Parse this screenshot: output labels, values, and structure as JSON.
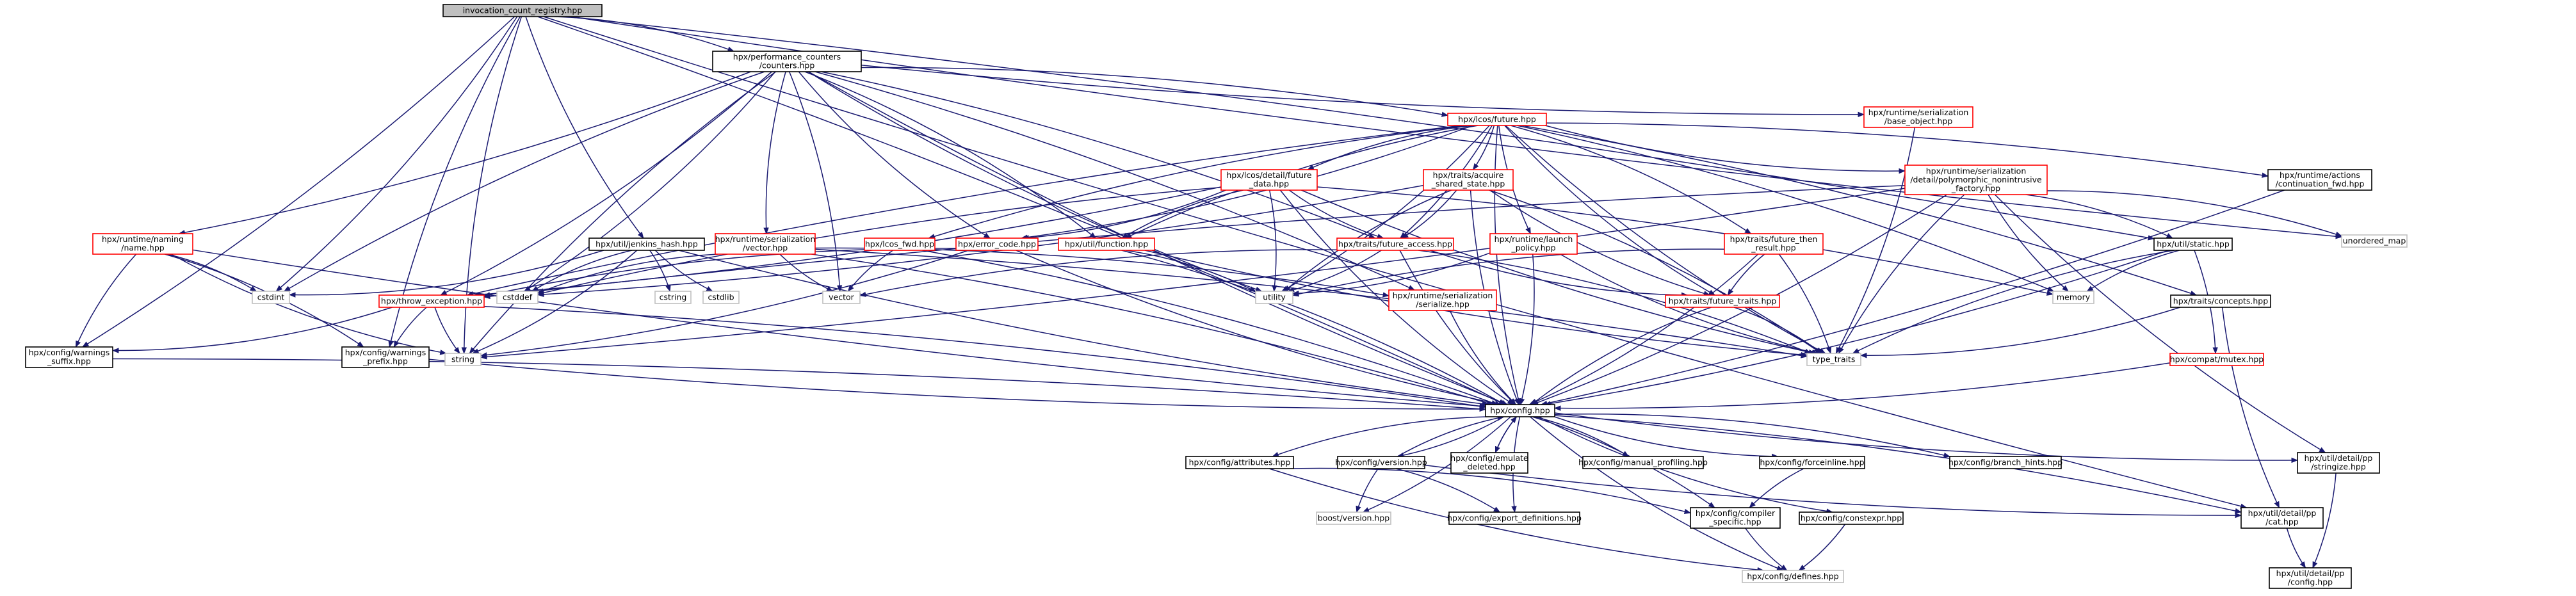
{
  "colors": {
    "edge": "#191970",
    "root_fill": "#bfbfbf",
    "root_border": "#000000",
    "local_border": "#000000",
    "external_border": "#bfbfbf",
    "incomplete_border": "#ff0000",
    "text": "#000000",
    "external_text": "#555555"
  },
  "nodes": [
    {
      "id": "root",
      "kind": "root",
      "lines": [
        "invocation_count_registry.hpp"
      ]
    },
    {
      "id": "perf",
      "kind": "local",
      "lines": [
        "hpx/performance_counters",
        "/counters.hpp"
      ]
    },
    {
      "id": "future",
      "kind": "incomplete",
      "lines": [
        "hpx/lcos/future.hpp"
      ]
    },
    {
      "id": "baseobj",
      "kind": "incomplete",
      "lines": [
        "hpx/runtime/serialization",
        "/base_object.hpp"
      ]
    },
    {
      "id": "futdata",
      "kind": "incomplete",
      "lines": [
        "hpx/lcos/detail/future",
        "_data.hpp"
      ]
    },
    {
      "id": "acquire",
      "kind": "incomplete",
      "lines": [
        "hpx/traits/acquire",
        "_shared_state.hpp"
      ]
    },
    {
      "id": "polyfac",
      "kind": "incomplete",
      "lines": [
        "hpx/runtime/serialization",
        "/detail/polymorphic_nonintrusive",
        "_factory.hpp"
      ]
    },
    {
      "id": "contfed",
      "kind": "local",
      "lines": [
        "hpx/runtime/actions",
        "/continuation_fwd.hpp"
      ]
    },
    {
      "id": "unorderedmap",
      "kind": "external",
      "lines": [
        "unordered_map"
      ]
    },
    {
      "id": "naming",
      "kind": "incomplete",
      "lines": [
        "hpx/runtime/naming",
        "/name.hpp"
      ]
    },
    {
      "id": "jenkins",
      "kind": "local",
      "lines": [
        "hpx/util/jenkins_hash.hpp"
      ]
    },
    {
      "id": "servector",
      "kind": "incomplete",
      "lines": [
        "hpx/runtime/serialization",
        "/vector.hpp"
      ]
    },
    {
      "id": "lcosfwd",
      "kind": "incomplete",
      "lines": [
        "hpx/lcos_fwd.hpp"
      ]
    },
    {
      "id": "errorcode",
      "kind": "incomplete",
      "lines": [
        "hpx/error_code.hpp"
      ]
    },
    {
      "id": "function",
      "kind": "incomplete",
      "lines": [
        "hpx/util/function.hpp"
      ]
    },
    {
      "id": "futaccess",
      "kind": "incomplete",
      "lines": [
        "hpx/traits/future_access.hpp"
      ]
    },
    {
      "id": "launch",
      "kind": "incomplete",
      "lines": [
        "hpx/runtime/launch",
        "_policy.hpp"
      ]
    },
    {
      "id": "futthen",
      "kind": "incomplete",
      "lines": [
        "hpx/traits/future_then",
        "_result.hpp"
      ]
    },
    {
      "id": "static",
      "kind": "local",
      "lines": [
        "hpx/util/static.hpp"
      ]
    },
    {
      "id": "cstdint",
      "kind": "external",
      "lines": [
        "cstdint"
      ]
    },
    {
      "id": "throwexc",
      "kind": "incomplete",
      "lines": [
        "hpx/throw_exception.hpp"
      ]
    },
    {
      "id": "cstring",
      "kind": "external",
      "lines": [
        "cstring"
      ]
    },
    {
      "id": "cstdlib",
      "kind": "external",
      "lines": [
        "cstdlib"
      ]
    },
    {
      "id": "cstddef",
      "kind": "external",
      "lines": [
        "cstddef"
      ]
    },
    {
      "id": "vector",
      "kind": "external",
      "lines": [
        "vector"
      ]
    },
    {
      "id": "utility",
      "kind": "external",
      "lines": [
        "utility"
      ]
    },
    {
      "id": "serialize",
      "kind": "incomplete",
      "lines": [
        "hpx/runtime/serialization",
        "/serialize.hpp"
      ]
    },
    {
      "id": "futtraits",
      "kind": "incomplete",
      "lines": [
        "hpx/traits/future_traits.hpp"
      ]
    },
    {
      "id": "memory",
      "kind": "external",
      "lines": [
        "memory"
      ]
    },
    {
      "id": "concepts",
      "kind": "local",
      "lines": [
        "hpx/traits/concepts.hpp"
      ]
    },
    {
      "id": "wsuffix",
      "kind": "local",
      "lines": [
        "hpx/config/warnings",
        "_suffix.hpp"
      ]
    },
    {
      "id": "wprefix",
      "kind": "local",
      "lines": [
        "hpx/config/warnings",
        "_prefix.hpp"
      ]
    },
    {
      "id": "string",
      "kind": "external",
      "lines": [
        "string"
      ]
    },
    {
      "id": "typetraits",
      "kind": "external",
      "lines": [
        "type_traits"
      ]
    },
    {
      "id": "mutex",
      "kind": "incomplete",
      "lines": [
        "hpx/compat/mutex.hpp"
      ]
    },
    {
      "id": "config",
      "kind": "local",
      "lines": [
        "hpx/config.hpp"
      ]
    },
    {
      "id": "attributes",
      "kind": "local",
      "lines": [
        "hpx/config/attributes.hpp"
      ]
    },
    {
      "id": "version",
      "kind": "local",
      "lines": [
        "hpx/config/version.hpp"
      ]
    },
    {
      "id": "emulate",
      "kind": "local",
      "lines": [
        "hpx/config/emulate",
        "_deleted.hpp"
      ]
    },
    {
      "id": "manprof",
      "kind": "local",
      "lines": [
        "hpx/config/manual_profiling.hpp"
      ]
    },
    {
      "id": "forceinline",
      "kind": "local",
      "lines": [
        "hpx/config/forceinline.hpp"
      ]
    },
    {
      "id": "branch",
      "kind": "local",
      "lines": [
        "hpx/config/branch_hints.hpp"
      ]
    },
    {
      "id": "stringize",
      "kind": "local",
      "lines": [
        "hpx/util/detail/pp",
        "/stringize.hpp"
      ]
    },
    {
      "id": "boostver",
      "kind": "external",
      "lines": [
        "boost/version.hpp"
      ]
    },
    {
      "id": "exportdef",
      "kind": "local",
      "lines": [
        "hpx/config/export_definitions.hpp"
      ]
    },
    {
      "id": "compspec",
      "kind": "local",
      "lines": [
        "hpx/config/compiler",
        "_specific.hpp"
      ]
    },
    {
      "id": "constexpr",
      "kind": "local",
      "lines": [
        "hpx/config/constexpr.hpp"
      ]
    },
    {
      "id": "cat",
      "kind": "local",
      "lines": [
        "hpx/util/detail/pp",
        "/cat.hpp"
      ]
    },
    {
      "id": "defines",
      "kind": "external",
      "lines": [
        "hpx/config/defines.hpp"
      ]
    },
    {
      "id": "ppconfig",
      "kind": "local",
      "lines": [
        "hpx/util/detail/pp",
        "/config.hpp"
      ]
    }
  ],
  "edges": [
    [
      "root",
      "perf"
    ],
    [
      "root",
      "jenkins"
    ],
    [
      "root",
      "cstdint"
    ],
    [
      "root",
      "string"
    ],
    [
      "root",
      "wsuffix"
    ],
    [
      "root",
      "wprefix"
    ],
    [
      "root",
      "static"
    ],
    [
      "root",
      "unorderedmap"
    ],
    [
      "root",
      "config"
    ],
    [
      "root",
      "cat"
    ],
    [
      "perf",
      "future"
    ],
    [
      "perf",
      "baseobj"
    ],
    [
      "perf",
      "naming"
    ],
    [
      "perf",
      "servector"
    ],
    [
      "perf",
      "function"
    ],
    [
      "perf",
      "errorcode"
    ],
    [
      "perf",
      "throwexc"
    ],
    [
      "perf",
      "cstdint"
    ],
    [
      "perf",
      "cstddef"
    ],
    [
      "perf",
      "string"
    ],
    [
      "perf",
      "vector"
    ],
    [
      "perf",
      "utility"
    ],
    [
      "perf",
      "serialize"
    ],
    [
      "perf",
      "config"
    ],
    [
      "perf",
      "futaccess"
    ],
    [
      "future",
      "futdata"
    ],
    [
      "future",
      "acquire"
    ],
    [
      "future",
      "polyfac"
    ],
    [
      "future",
      "contfed"
    ],
    [
      "future",
      "lcosfwd"
    ],
    [
      "future",
      "errorcode"
    ],
    [
      "future",
      "function"
    ],
    [
      "future",
      "futaccess"
    ],
    [
      "future",
      "launch"
    ],
    [
      "future",
      "futthen"
    ],
    [
      "future",
      "futtraits"
    ],
    [
      "future",
      "concepts"
    ],
    [
      "future",
      "throwexc"
    ],
    [
      "future",
      "memory"
    ],
    [
      "future",
      "typetraits"
    ],
    [
      "future",
      "utility"
    ],
    [
      "future",
      "config"
    ],
    [
      "baseobj",
      "typetraits"
    ],
    [
      "futdata",
      "futaccess"
    ],
    [
      "futdata",
      "errorcode"
    ],
    [
      "futdata",
      "function"
    ],
    [
      "futdata",
      "throwexc"
    ],
    [
      "futdata",
      "cstddef"
    ],
    [
      "futdata",
      "memory"
    ],
    [
      "futdata",
      "typetraits"
    ],
    [
      "futdata",
      "utility"
    ],
    [
      "futdata",
      "config"
    ],
    [
      "acquire",
      "futaccess"
    ],
    [
      "acquire",
      "futtraits"
    ],
    [
      "acquire",
      "typetraits"
    ],
    [
      "acquire",
      "utility"
    ],
    [
      "acquire",
      "cstddef"
    ],
    [
      "acquire",
      "config"
    ],
    [
      "polyfac",
      "static"
    ],
    [
      "polyfac",
      "throwexc"
    ],
    [
      "polyfac",
      "string"
    ],
    [
      "polyfac",
      "memory"
    ],
    [
      "polyfac",
      "unorderedmap"
    ],
    [
      "polyfac",
      "typetraits"
    ],
    [
      "polyfac",
      "config"
    ],
    [
      "polyfac",
      "stringize"
    ],
    [
      "contfed",
      "config"
    ],
    [
      "naming",
      "wsuffix"
    ],
    [
      "naming",
      "wprefix"
    ],
    [
      "naming",
      "string"
    ],
    [
      "naming",
      "cstdint"
    ],
    [
      "naming",
      "config"
    ],
    [
      "jenkins",
      "cstdint"
    ],
    [
      "jenkins",
      "cstddef"
    ],
    [
      "jenkins",
      "cstring"
    ],
    [
      "jenkins",
      "cstdlib"
    ],
    [
      "jenkins",
      "string"
    ],
    [
      "jenkins",
      "config"
    ],
    [
      "servector",
      "serialize"
    ],
    [
      "servector",
      "vector"
    ],
    [
      "servector",
      "typetraits"
    ],
    [
      "servector",
      "cstddef"
    ],
    [
      "servector",
      "config"
    ],
    [
      "lcosfwd",
      "vector"
    ],
    [
      "lcosfwd",
      "config"
    ],
    [
      "errorcode",
      "throwexc"
    ],
    [
      "errorcode",
      "string"
    ],
    [
      "errorcode",
      "config"
    ],
    [
      "function",
      "utility"
    ],
    [
      "function",
      "typetraits"
    ],
    [
      "function",
      "config"
    ],
    [
      "futaccess",
      "futtraits"
    ],
    [
      "futaccess",
      "utility"
    ],
    [
      "futaccess",
      "vector"
    ],
    [
      "futaccess",
      "typetraits"
    ],
    [
      "futaccess",
      "config"
    ],
    [
      "launch",
      "utility"
    ],
    [
      "launch",
      "typetraits"
    ],
    [
      "launch",
      "config"
    ],
    [
      "futthen",
      "futtraits"
    ],
    [
      "futthen",
      "typetraits"
    ],
    [
      "futthen",
      "utility"
    ],
    [
      "futthen",
      "config"
    ],
    [
      "static",
      "memory"
    ],
    [
      "static",
      "mutex"
    ],
    [
      "static",
      "typetraits"
    ],
    [
      "static",
      "config"
    ],
    [
      "throwexc",
      "string"
    ],
    [
      "throwexc",
      "wsuffix"
    ],
    [
      "throwexc",
      "wprefix"
    ],
    [
      "throwexc",
      "config"
    ],
    [
      "serialize",
      "config"
    ],
    [
      "futtraits",
      "typetraits"
    ],
    [
      "futtraits",
      "config"
    ],
    [
      "concepts",
      "typetraits"
    ],
    [
      "concepts",
      "cat"
    ],
    [
      "wsuffix",
      "config"
    ],
    [
      "wprefix",
      "config"
    ],
    [
      "mutex",
      "config"
    ],
    [
      "config",
      "attributes"
    ],
    [
      "config",
      "version"
    ],
    [
      "config",
      "emulate"
    ],
    [
      "config",
      "manprof"
    ],
    [
      "config",
      "forceinline"
    ],
    [
      "config",
      "branch"
    ],
    [
      "config",
      "stringize"
    ],
    [
      "config",
      "boostver"
    ],
    [
      "config",
      "exportdef"
    ],
    [
      "config",
      "compspec"
    ],
    [
      "config",
      "constexpr"
    ],
    [
      "config",
      "cat"
    ],
    [
      "config",
      "defines"
    ],
    [
      "attributes",
      "compspec"
    ],
    [
      "attributes",
      "defines"
    ],
    [
      "version",
      "config"
    ],
    [
      "version",
      "boostver"
    ],
    [
      "version",
      "exportdef"
    ],
    [
      "version",
      "cat"
    ],
    [
      "emulate",
      "config"
    ],
    [
      "forceinline",
      "compspec"
    ],
    [
      "constexpr",
      "defines"
    ],
    [
      "compspec",
      "defines"
    ],
    [
      "stringize",
      "ppconfig"
    ],
    [
      "cat",
      "ppconfig"
    ]
  ]
}
